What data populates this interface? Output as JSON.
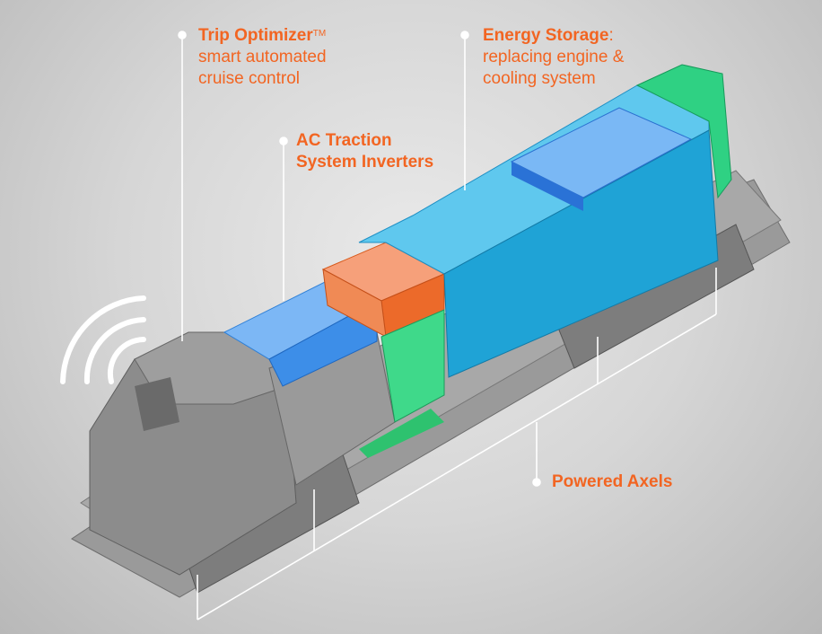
{
  "labels": {
    "trip_optimizer": {
      "title": "Trip Optimizer",
      "mark": "TM",
      "line1": "smart automated",
      "line2": "cruise control"
    },
    "ac_traction": {
      "line1": "AC Traction",
      "line2": "System Inverters"
    },
    "energy_storage": {
      "title": "Energy Storage",
      "colon": ":",
      "line1": "replacing engine &",
      "line2": "cooling system"
    },
    "powered_axels": {
      "title": "Powered Axels"
    }
  },
  "colors": {
    "accent": "#f26522",
    "battery": "#29b6e0",
    "inverter": "#4a9ff0",
    "cooling": "#2ed17d",
    "cab_box": "#f27a3c",
    "body": "#8a8a8a"
  },
  "icons": {
    "connectivity": "wifi-signal-icon"
  }
}
